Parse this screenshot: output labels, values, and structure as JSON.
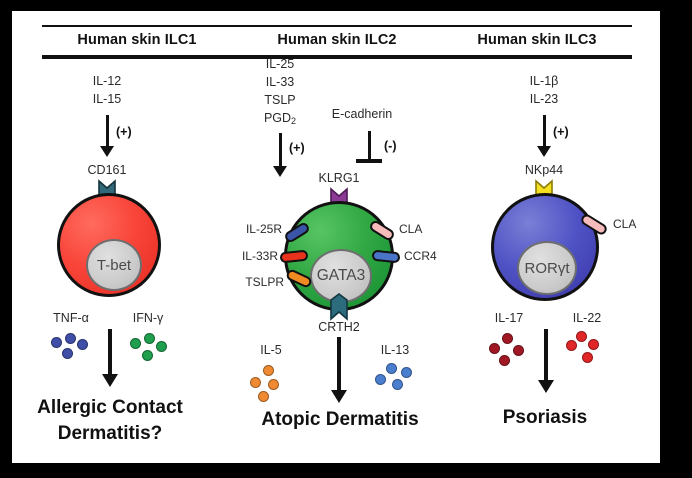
{
  "figure": {
    "columns": [
      {
        "id": "ilc1",
        "title": "Human skin  ILC1",
        "stimuli": [
          "IL-12",
          "IL-15"
        ],
        "stimulus_sign": "(+)",
        "surface_top": "CD161",
        "transcription_factor": "T-bet",
        "cell_color": "#f9453a",
        "nucleus_color": "#cbcbcb",
        "cytokines": [
          {
            "name": "TNF-α",
            "color": "#3f4fa8"
          },
          {
            "name": "IFN-γ",
            "color": "#1f9e4e"
          }
        ],
        "outcome": [
          "Allergic  Contact",
          "Dermatitis?"
        ]
      },
      {
        "id": "ilc2",
        "title": "Human skin  ILC2",
        "stimuli": [
          "IL-25",
          "IL-33",
          "TSLP",
          "PGD"
        ],
        "stimuli_sub": "2",
        "stimulus_sign": "(+)",
        "inhibitor": "E-cadherin",
        "inhibitor_sign": "(-)",
        "surface_top": "KLRG1",
        "surface_bottom": "CRTH2",
        "receptors_left": [
          {
            "name": "IL-25R",
            "color": "#3a55a8"
          },
          {
            "name": "IL-33R",
            "color": "#e8321c"
          },
          {
            "name": "TSLPR",
            "color": "#f08a22"
          }
        ],
        "receptors_right": [
          {
            "name": "CLA",
            "color": "#f6bcbc"
          },
          {
            "name": "CCR4",
            "color": "#4a74c8"
          }
        ],
        "transcription_factor": "GATA3",
        "cell_color": "#31a844",
        "cytokines": [
          {
            "name": "IL-5",
            "color": "#ef8a33"
          },
          {
            "name": "IL-13",
            "color": "#4a7fd0"
          }
        ],
        "outcome": [
          "Atopic Dermatitis"
        ]
      },
      {
        "id": "ilc3",
        "title": "Human skin ILC3",
        "stimuli": [
          "IL-1β",
          "IL-23"
        ],
        "stimulus_sign": "(+)",
        "surface_top": "NKp44",
        "receptors_right": [
          {
            "name": "CLA",
            "color": "#f6bcbc"
          }
        ],
        "transcription_factor": "RORγt",
        "cell_color": "#4f52c4",
        "cytokines": [
          {
            "name": "IL-17",
            "color": "#a01824"
          },
          {
            "name": "IL-22",
            "color": "#e02626"
          }
        ],
        "outcome": [
          "Psoriasis"
        ]
      }
    ]
  }
}
